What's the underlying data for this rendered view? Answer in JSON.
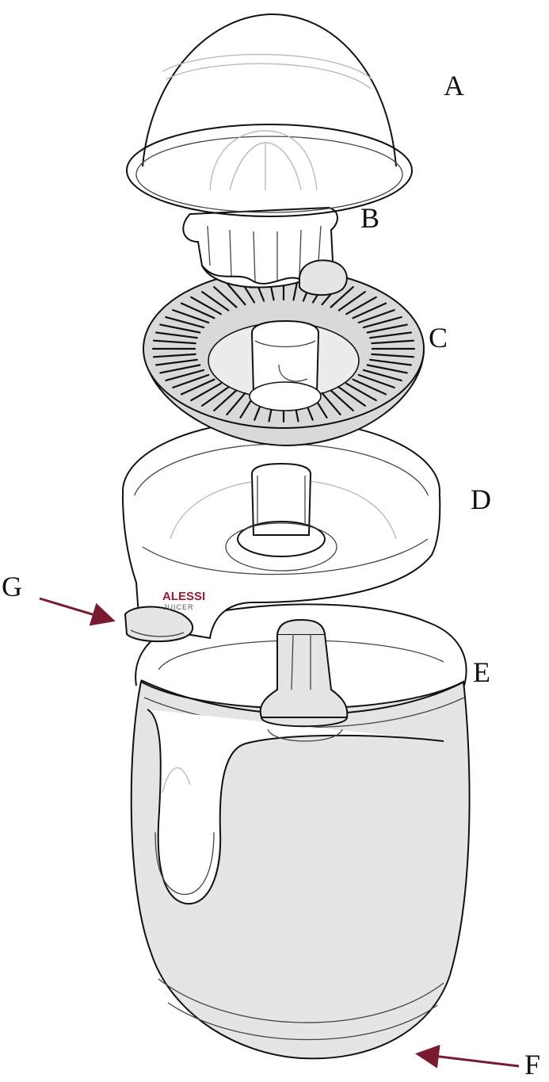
{
  "labels": {
    "a": "A",
    "b": "B",
    "c": "C",
    "d": "D",
    "e": "E",
    "f": "F",
    "g": "G"
  },
  "logo": {
    "brand": "ALESSI",
    "product": "JUICER"
  },
  "colors": {
    "ink": "#111111",
    "arrow": "#7a1a32",
    "shade": "#e5e5e6",
    "strainer": "#d9d9da",
    "logo": "#9b1b30"
  }
}
